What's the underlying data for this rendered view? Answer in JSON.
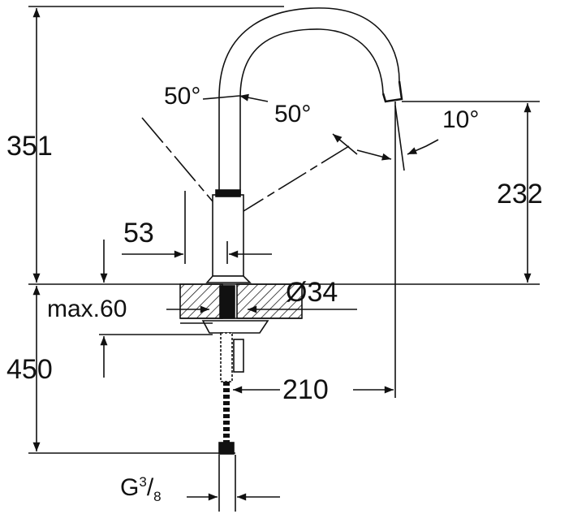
{
  "title": "Faucet dimension drawing",
  "dimensions": {
    "total_height": "351",
    "below_deck": "450",
    "spout_height": "232",
    "lever_angle_left": "50°",
    "lever_angle_right": "50°",
    "spout_angle": "10°",
    "lever_offset": "53",
    "base_diameter": "Ø34",
    "max_deck_thickness": "max.60",
    "spout_reach": "210",
    "connection_prefix": "G",
    "connection_num": "3",
    "connection_sep": "/",
    "connection_den": "8"
  },
  "colors": {
    "line": "#111111",
    "background": "#ffffff"
  }
}
